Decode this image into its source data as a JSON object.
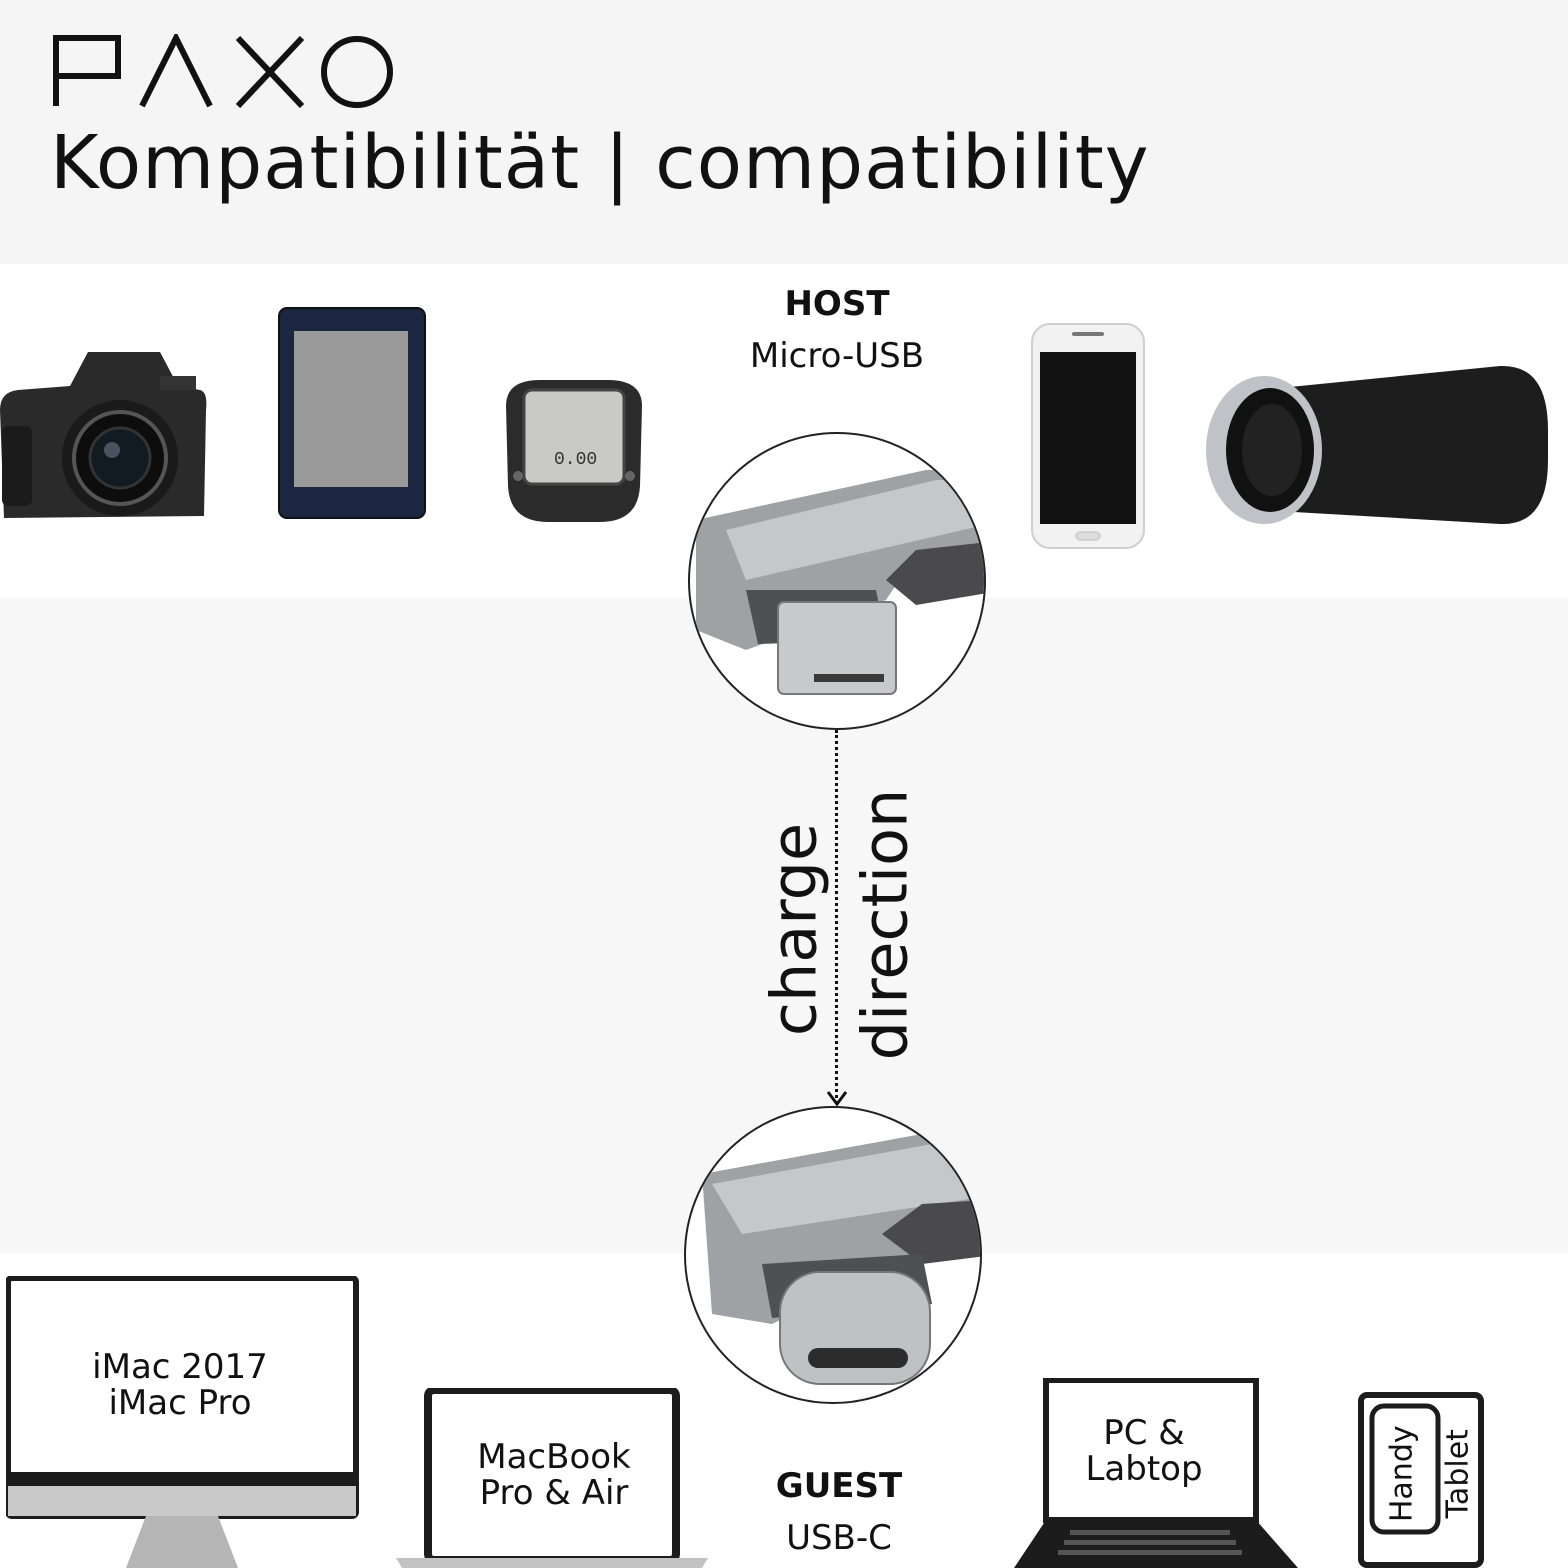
{
  "header": {
    "brand": "PAXO",
    "title": "Kompatibilität | compatibility"
  },
  "host": {
    "heading": "HOST",
    "port": "Micro-USB"
  },
  "charge": {
    "word1": "charge",
    "word2": "direction"
  },
  "guest": {
    "heading": "GUEST",
    "port": "USB-C",
    "devices": [
      {
        "line1": "iMac 2017",
        "line2": "iMac Pro"
      },
      {
        "line1": "MacBook",
        "line2": "Pro & Air"
      },
      {
        "line1": "PC &",
        "line2": "Labtop"
      },
      {
        "line1": "Handy",
        "line2": "Tablet"
      }
    ]
  },
  "colors": {
    "header_bg": "#f5f5f5",
    "band_white": "#ffffff",
    "band_grey": "#f7f7f7",
    "connector_silver": "#a9abae",
    "device_dark": "#1c1c1c"
  }
}
